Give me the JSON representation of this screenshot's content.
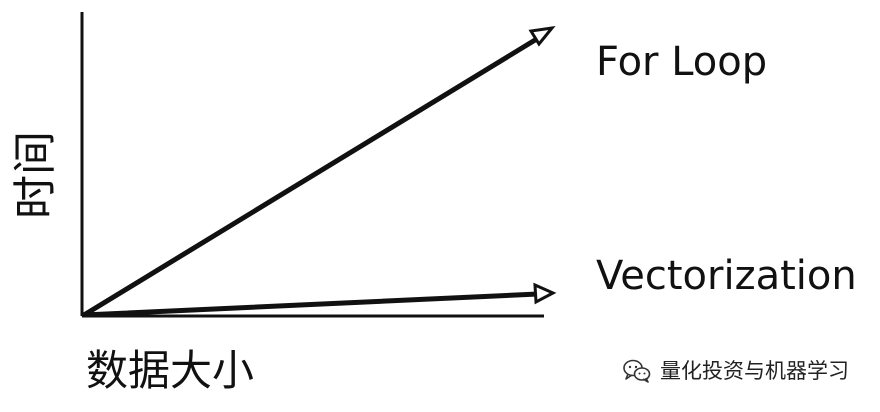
{
  "diagram": {
    "y_axis_label": "时间",
    "x_axis_label": "数据大小",
    "series": [
      {
        "label": "For Loop",
        "trend": "steep"
      },
      {
        "label": "Vectorization",
        "trend": "shallow"
      }
    ],
    "line_color": "#111111",
    "background": "#ffffff"
  },
  "watermark": {
    "text": "量化投资与机器学习",
    "icon": "wechat-icon"
  }
}
